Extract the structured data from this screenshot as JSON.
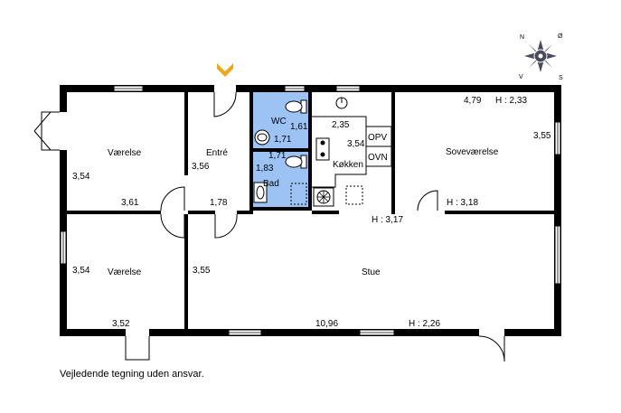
{
  "rooms": {
    "vaerelse_1": "Værelse",
    "entre": "Entré",
    "wc": "WC",
    "bad": "Bad",
    "kokken": "Køkken",
    "opv": "OPV",
    "ovn": "OVN",
    "sovevaerelse": "Soveværelse",
    "vaerelse_2": "Værelse",
    "stue": "Stue"
  },
  "dimensions": {
    "v1_height": "3,54",
    "v1_width": "3,61",
    "entre_height": "3,56",
    "entre_width": "1,78",
    "wc_width": "1,61",
    "wc_depth": "1,71",
    "bad_width": "1,71",
    "bad_depth": "1,83",
    "kokken_width": "2,35",
    "kokken_depth": "3,54",
    "sove_width": "4,79",
    "sove_ceiling": "H : 2,33",
    "sove_depth": "3,55",
    "sove_ceiling_2": "H : 3,18",
    "kokken_ceiling": "H : 3,17",
    "v2_height": "3,54",
    "v2_width": "3,52",
    "stue_height": "3,55",
    "stue_width": "10,96",
    "stue_ceiling": "H : 2,26"
  },
  "compass": {
    "n": "N",
    "s": "S",
    "v": "V",
    "o": "Ø"
  },
  "disclaimer": "Vejledende tegning uden ansvar.",
  "colors": {
    "wall": "#000000",
    "wet_room": "#9dc3f5",
    "entrance_marker": "#f0a818",
    "window": "#e6e6e6"
  }
}
